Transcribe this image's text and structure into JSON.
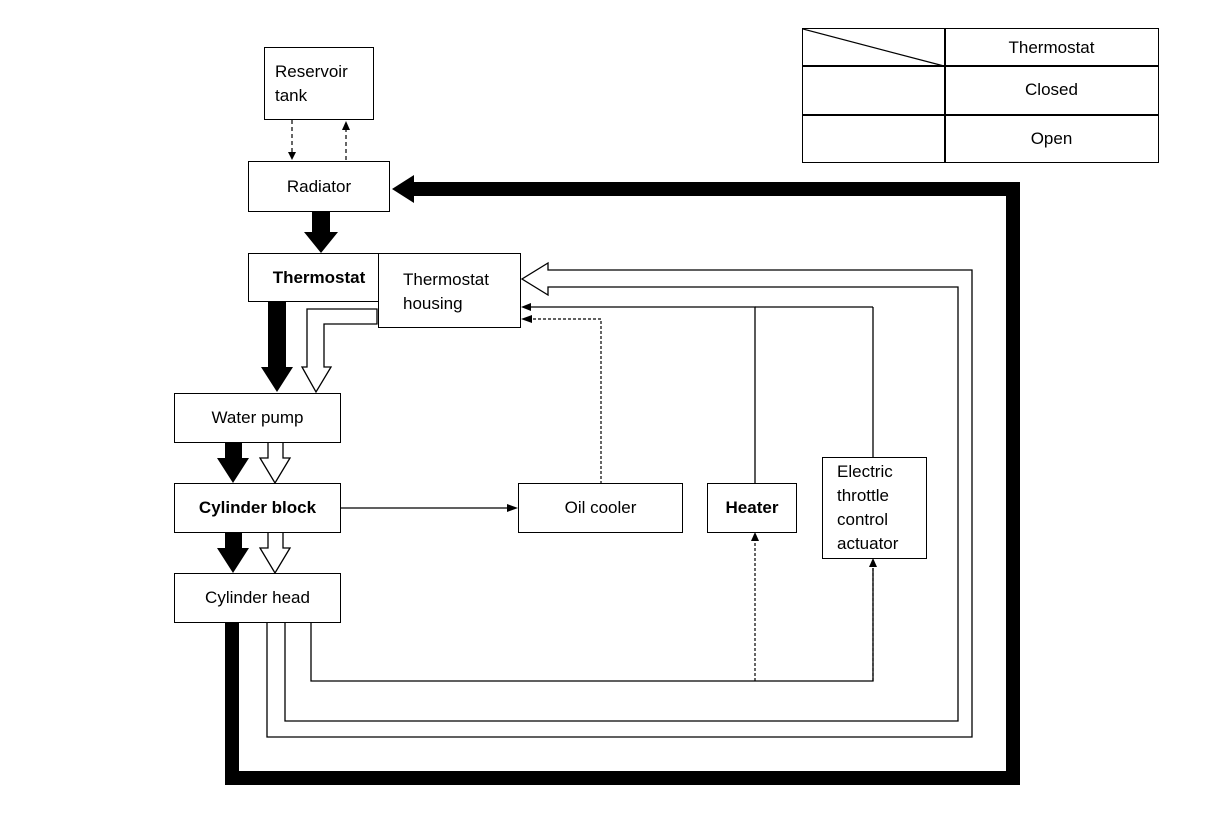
{
  "components": {
    "reservoir_tank": [
      "Reservoir",
      "tank"
    ],
    "radiator": "Radiator",
    "thermostat": "Thermostat",
    "thermostat_housing": [
      "Thermostat",
      "housing"
    ],
    "water_pump": "Water pump",
    "cylinder_block": "Cylinder block",
    "cylinder_head": "Cylinder head",
    "oil_cooler": "Oil cooler",
    "heater": "Heater",
    "electric_throttle_control_actuator": [
      "Electric",
      "throttle",
      "control",
      "actuator"
    ]
  },
  "legend": {
    "header": "Thermostat",
    "closed": "Closed",
    "open": "Open"
  },
  "colors": {
    "line": "#000000",
    "background": "#ffffff",
    "open_arrow_fill": "#000000",
    "closed_arrow_fill": "#ffffff"
  }
}
